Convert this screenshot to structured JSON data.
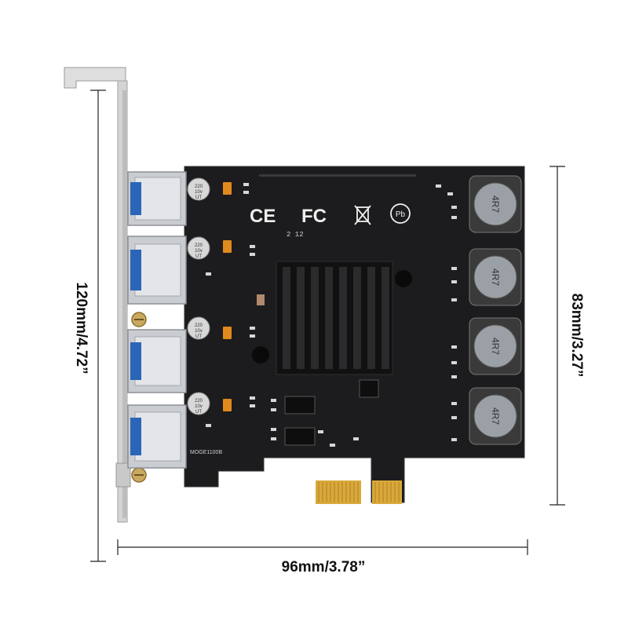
{
  "dimensions": {
    "height_label": "120mm/4.72”",
    "board_height_label": "83mm/3.27”",
    "width_label": "96mm/3.78”"
  },
  "board": {
    "model_label": "MOGE1100B",
    "date_code": "2 12",
    "certifications": [
      "CE",
      "FC",
      "RoHS"
    ],
    "inductor_label": "4R7",
    "capacitor_label": [
      "220",
      "10v",
      "UT"
    ]
  },
  "colors": {
    "pcb": "#1c1c1e",
    "bracket": "#d9d9d9",
    "usb_port": "#c9ccd0",
    "gold_contacts": "#d9a93a",
    "heatsink": "#111111"
  }
}
